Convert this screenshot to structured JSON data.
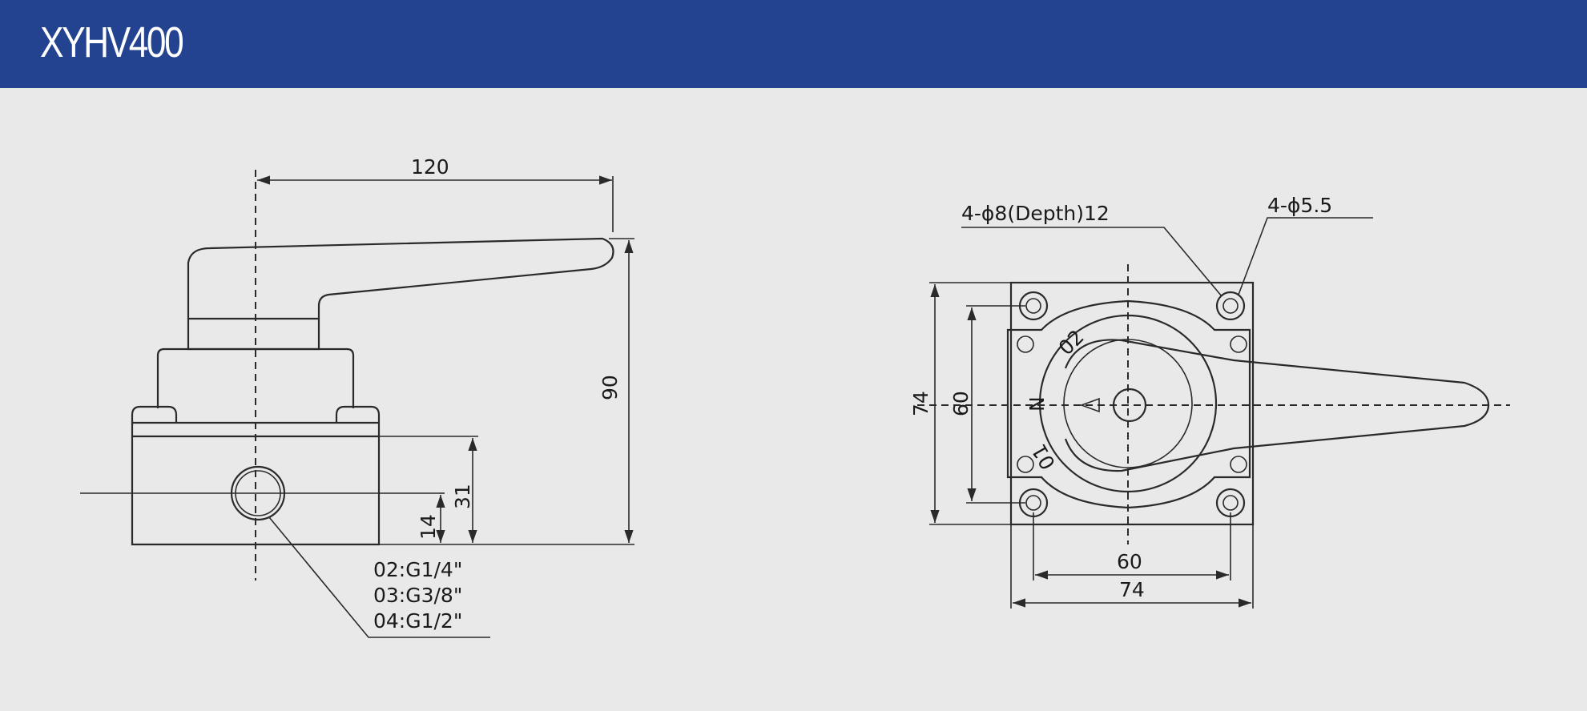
{
  "header": {
    "title": "XYHV400"
  },
  "colors": {
    "header_bg": "#23428f",
    "page_bg": "#e9e9e9",
    "line": "#2a2a2a"
  },
  "side_view": {
    "dim_width": "120",
    "dim_height": "90",
    "dim_body": "31",
    "dim_port": "14",
    "port_callouts": [
      "02:G1/4\"",
      "03:G3/8\"",
      "04:G1/2\""
    ]
  },
  "top_view": {
    "counterbore_note": "4-ϕ8(Depth)12",
    "hole_note": "4-ϕ5.5",
    "dim_outer_v": "74",
    "dim_inner_v": "60",
    "dim_inner_h": "60",
    "dim_outer_h": "74",
    "dial_labels": [
      "02",
      "N",
      "01"
    ]
  }
}
